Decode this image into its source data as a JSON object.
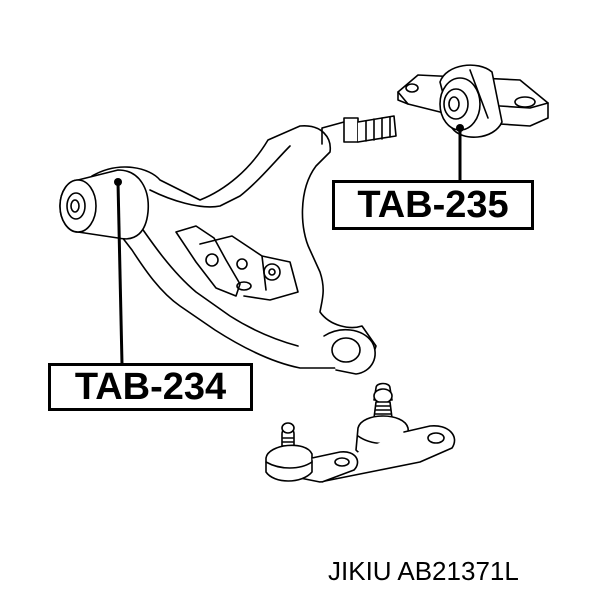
{
  "callouts": {
    "upper": {
      "label": "TAB-235"
    },
    "lower": {
      "label": "TAB-234"
    }
  },
  "caption": {
    "brand": "JIKIU",
    "part_number": "AB21371L"
  },
  "colors": {
    "ink": "#000000",
    "background": "#ffffff"
  }
}
